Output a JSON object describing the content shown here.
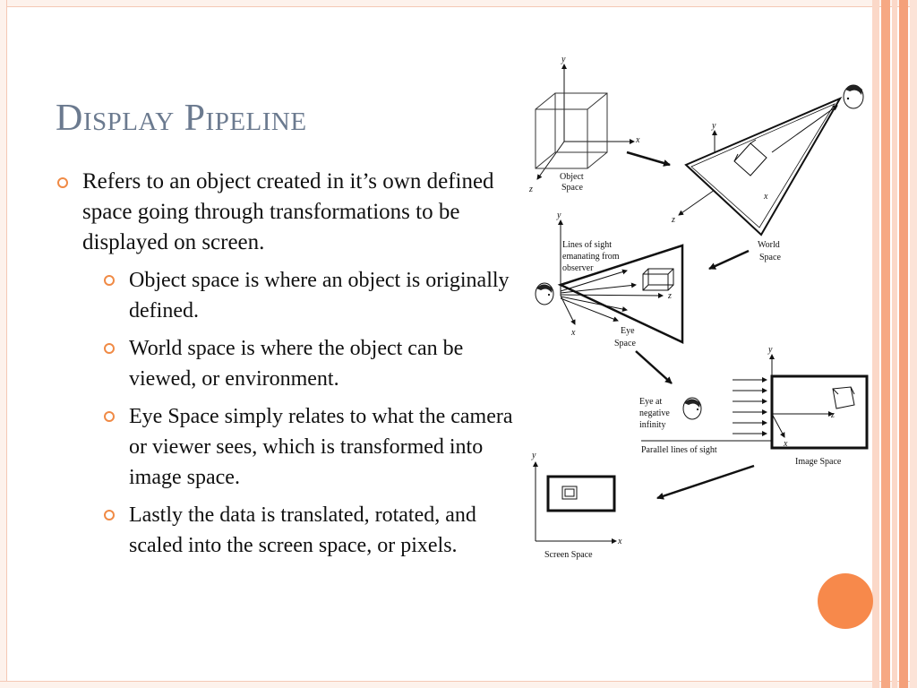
{
  "slide": {
    "title": "Display Pipeline",
    "bullets": [
      {
        "level": 1,
        "text": "Refers to an object created in it’s own defined space going through transformations to be displayed on screen."
      },
      {
        "level": 2,
        "text": "Object space is where an object is originally defined."
      },
      {
        "level": 2,
        "text": "World space is where the object can be viewed, or environment."
      },
      {
        "level": 2,
        "text": "Eye Space simply relates to what the camera or viewer sees, which is transformed into image space."
      },
      {
        "level": 2,
        "text": "Lastly the data is translated, rotated, and scaled into the screen space, or pixels."
      }
    ]
  },
  "diagram": {
    "object_space": {
      "label_line1": "Object",
      "label_line2": "Space",
      "axis_x": "x",
      "axis_y": "y",
      "axis_z": "z"
    },
    "world_space": {
      "label_line1": "World",
      "label_line2": "Space",
      "axis_x": "x",
      "axis_y": "y",
      "axis_z": "z"
    },
    "eye_space": {
      "note_line1": "Lines of sight",
      "note_line2": "emanating from",
      "note_line3": "observer",
      "label_line1": "Eye",
      "label_line2": "Space",
      "axis_x": "x",
      "axis_y": "y",
      "axis_z": "z"
    },
    "image_space": {
      "note_line1": "Eye at",
      "note_line2": "negative",
      "note_line3": "infinity",
      "parallel_label": "Parallel lines of sight",
      "label": "Image Space",
      "axis_x": "x",
      "axis_y": "y",
      "axis_z": "z"
    },
    "screen_space": {
      "label": "Screen Space",
      "axis_x": "x",
      "axis_y": "y"
    }
  },
  "theme": {
    "accent": "#f7894b",
    "title_color": "#6b7a8f",
    "bullet_color": "#f08a45"
  }
}
